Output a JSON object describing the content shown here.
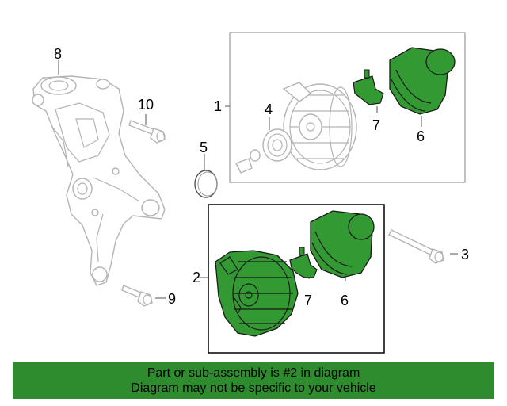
{
  "callouts": {
    "c1": "1",
    "c2": "2",
    "c3": "3",
    "c4": "4",
    "c5": "5",
    "c6_top": "6",
    "c6_bottom": "6",
    "c7_top": "7",
    "c7_bottom": "7",
    "c8": "8",
    "c9": "9",
    "c10": "10"
  },
  "colors": {
    "highlight": "#339933",
    "banner": "#2e8b2e",
    "ghost_line": "#b4b4b4",
    "frame": "#000000"
  },
  "banner": {
    "line1": "Part or sub-assembly is #2 in diagram",
    "line2": "Diagram may not be specific to your vehicle"
  }
}
